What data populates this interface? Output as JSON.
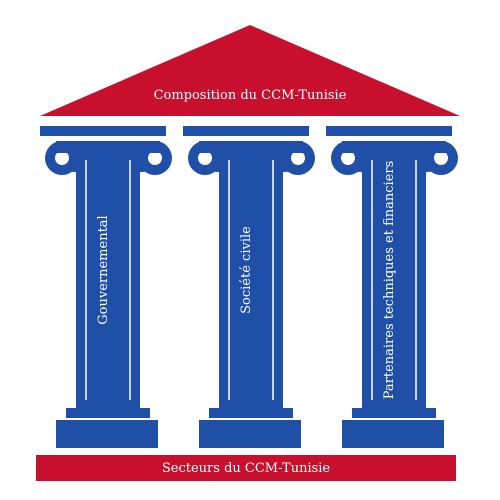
{
  "roof": {
    "title": "Composition du CCM-Tunisie"
  },
  "base": {
    "title": "Secteurs du CCM-Tunisie"
  },
  "pillars": [
    {
      "label": "Gouvernemental"
    },
    {
      "label": "Société civile"
    },
    {
      "label": "Partenaires techniques et financiers"
    }
  ],
  "colors": {
    "roof": "#c8102e",
    "base": "#c8102e",
    "pillar": "#1f4fa6",
    "accent": "#ffffff"
  }
}
